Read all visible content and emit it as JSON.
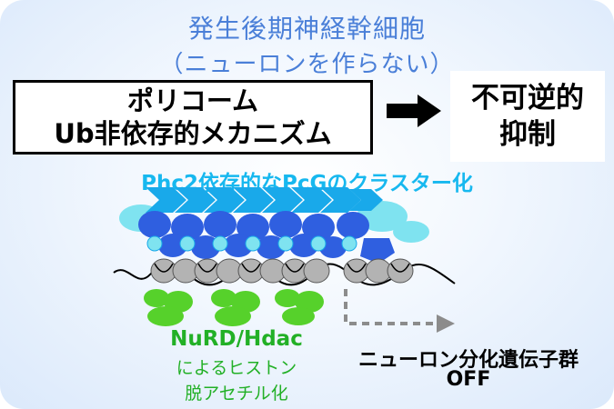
{
  "title": {
    "line1": "発生後期神経幹細胞",
    "line2": "（ニューロンを作らない）"
  },
  "mechanism_box": {
    "line1": "ポリコーム",
    "line2": "Ub非依存的メカニズム"
  },
  "result_box": {
    "line1": "不可逆的",
    "line2": "抑制"
  },
  "cluster_label": "Phc2依存的なPcGのクラスター化",
  "nurd_label": {
    "line1": "NuRD/Hdac",
    "line2": "によるヒストン",
    "line3": "脱アセチル化"
  },
  "genes_label": {
    "line1": "ニューロン分化遺伝子群",
    "line2": "OFF"
  },
  "colors": {
    "title": "#4a7fd8",
    "cluster_text": "#17b8ef",
    "pcg_dark": "#2f5fe0",
    "pcg_cyan": "#19a9ea",
    "pcg_light": "#7fe3f0",
    "nucleosome": "#b3b3b3",
    "nurd": "#56d12b",
    "dashed_arrow": "#8c8c8c"
  }
}
